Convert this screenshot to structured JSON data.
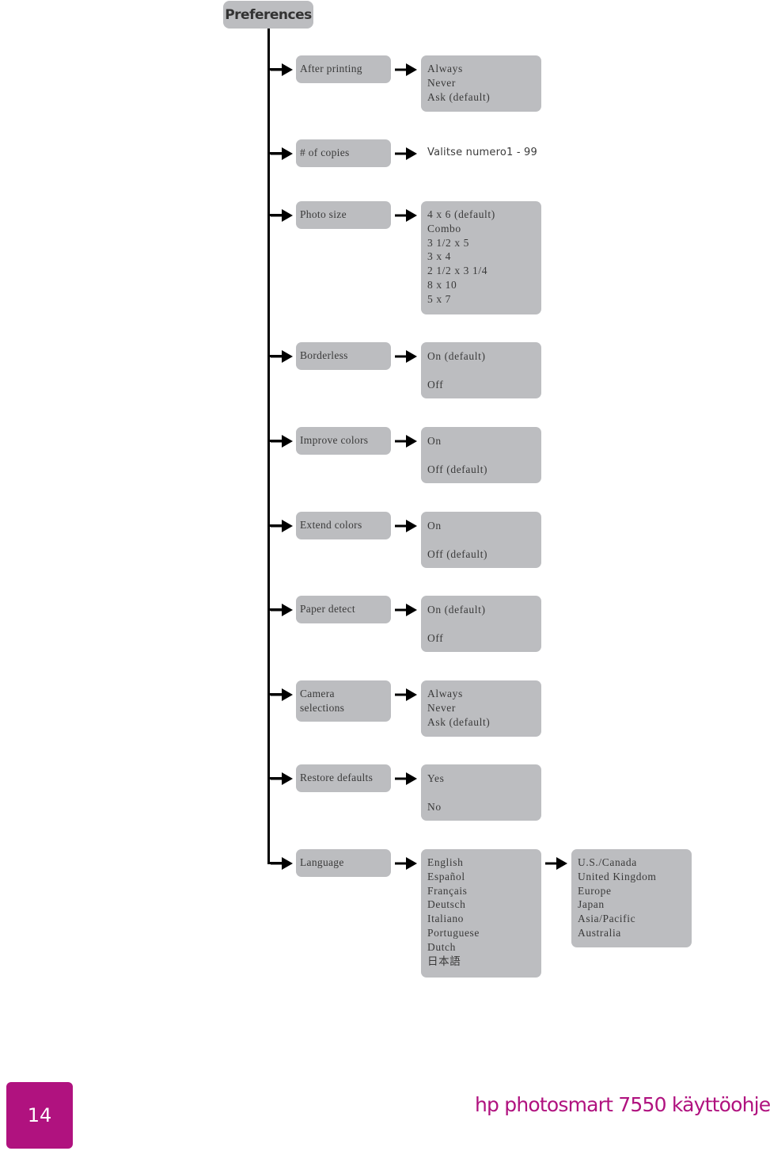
{
  "root": {
    "label": "Preferences"
  },
  "rows": [
    {
      "label": [
        "After printing"
      ],
      "options": [
        "Always",
        "Never",
        "Ask (default)"
      ]
    },
    {
      "label": [
        "# of copies"
      ],
      "options": [
        "Valitse numero",
        "1 - 99"
      ]
    },
    {
      "label": [
        "Photo size"
      ],
      "options": [
        "4 x 6 (default)",
        "Combo",
        "3 1/2 x 5",
        "3 x 4",
        "2 1/2 x 3 1/4",
        "8 x 10",
        "5 x 7"
      ]
    },
    {
      "label": [
        "Borderless"
      ],
      "options": [
        "On (default)",
        "Off"
      ]
    },
    {
      "label": [
        "Improve colors"
      ],
      "options": [
        "On",
        "Off (default)"
      ]
    },
    {
      "label": [
        "Extend colors"
      ],
      "options": [
        "On",
        "Off (default)"
      ]
    },
    {
      "label": [
        "Paper detect"
      ],
      "options": [
        "On (default)",
        "Off"
      ]
    },
    {
      "label": [
        "Camera",
        "selections"
      ],
      "options": [
        "Always",
        "Never",
        "Ask (default)"
      ]
    },
    {
      "label": [
        "Restore defaults"
      ],
      "options": [
        "Yes",
        "No"
      ]
    },
    {
      "label": [
        "Language"
      ],
      "options": [
        "English",
        "Español",
        "Français",
        "Deutsch",
        "Italiano",
        "Portuguese",
        "Dutch",
        "日本語"
      ],
      "sub_options": [
        "U.S./Canada",
        "United Kingdom",
        "Europe",
        "Japan",
        "Asia/Pacific",
        "Australia"
      ]
    }
  ],
  "footer": {
    "page_number": "14",
    "title": "hp photosmart 7550 käyttöohje"
  },
  "colors": {
    "box": "#bcbdc0",
    "line": "#000000",
    "accent": "#b0127f"
  }
}
